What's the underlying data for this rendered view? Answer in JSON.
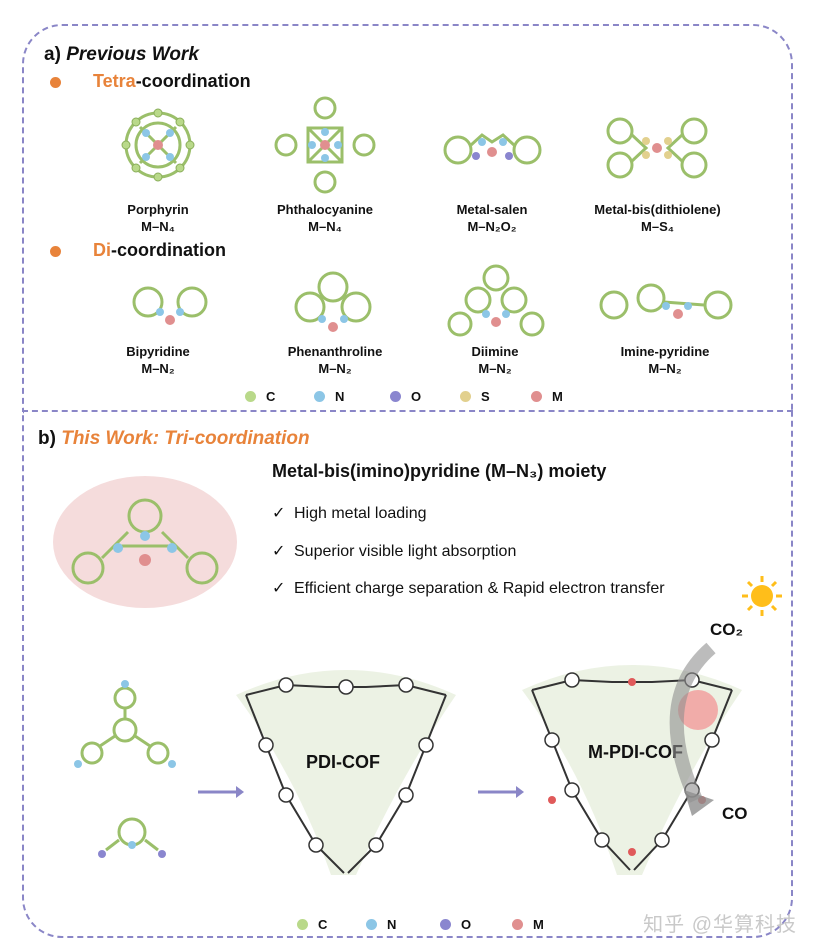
{
  "panel_a": {
    "title_prefix": "a)",
    "title": "Previous Work",
    "tetra": {
      "highlight": "Tetra",
      "rest": "-coordination"
    },
    "tetra_items": [
      {
        "name": "Porphyrin",
        "formula": "M–N₄"
      },
      {
        "name": "Phthalocyanine",
        "formula": "M–N₄"
      },
      {
        "name": "Metal-salen",
        "formula": "M–N₂O₂"
      },
      {
        "name": "Metal-bis(dithiolene)",
        "formula": "M–S₄"
      }
    ],
    "di": {
      "highlight": "Di",
      "rest": "-coordination"
    },
    "di_items": [
      {
        "name": "Bipyridine",
        "formula": "M–N₂"
      },
      {
        "name": "Phenanthroline",
        "formula": "M–N₂"
      },
      {
        "name": "Diimine",
        "formula": "M–N₂"
      },
      {
        "name": "Imine-pyridine",
        "formula": "M–N₂"
      }
    ],
    "legend": [
      {
        "label": "C",
        "color": "#b9d98a"
      },
      {
        "label": "N",
        "color": "#8cc6e6"
      },
      {
        "label": "O",
        "color": "#8a86cf"
      },
      {
        "label": "S",
        "color": "#e2d08e"
      },
      {
        "label": "M",
        "color": "#e08f8f"
      }
    ]
  },
  "panel_b": {
    "title_prefix": "b)",
    "title": "This Work: Tri-coordination",
    "moiety": "Metal-bis(imino)pyridine (M–N₃) moiety",
    "features": [
      "High metal loading",
      "Superior visible light absorption",
      "Efficient charge separation & Rapid electron transfer"
    ],
    "check": "✓",
    "cof1": "PDI-COF",
    "cof2": "M-PDI-COF",
    "co2": "CO₂",
    "co": "CO",
    "legend": [
      {
        "label": "C",
        "color": "#b9d98a"
      },
      {
        "label": "N",
        "color": "#8cc6e6"
      },
      {
        "label": "O",
        "color": "#8a86cf"
      },
      {
        "label": "M",
        "color": "#e08f8f"
      }
    ]
  },
  "watermark": "知乎 @华算科技"
}
